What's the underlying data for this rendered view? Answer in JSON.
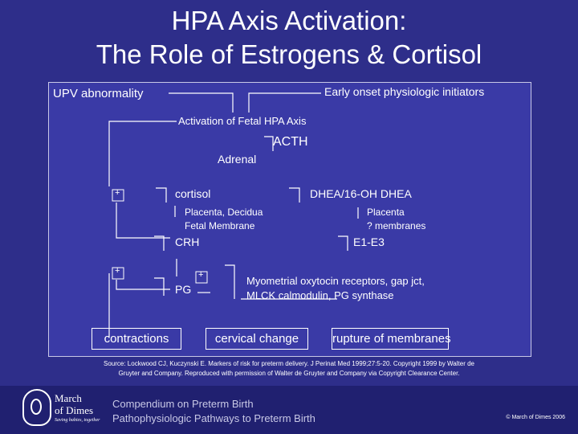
{
  "title": {
    "line1": "HPA Axis Activation:",
    "line2": "The Role of Estrogens & Cortisol"
  },
  "diagram": {
    "upv": "UPV abnormality",
    "early_onset": "Early onset physiologic initiators",
    "fetal_hpa": "Activation of Fetal HPA Axis",
    "acth": "ACTH",
    "adrenal": "Adrenal",
    "cortisol": "cortisol",
    "dhea": "DHEA/16-OH DHEA",
    "placenta_decidua": "Placenta, Decidua",
    "fetal_membrane": "Fetal Membrane",
    "placenta": "Placenta",
    "q_membranes": "? membranes",
    "crh": "CRH",
    "e1e3": "E1-E3",
    "pg": "PG",
    "myometrial_1": "Myometrial oxytocin receptors, gap jct,",
    "myometrial_2": "MLCK calmodulin, PG synthase",
    "contractions": "contractions",
    "cervical_change": "cervical change",
    "rupture": "rupture of membranes",
    "plus": "+"
  },
  "source": {
    "line1": "Source: Lockwood CJ, Kuczynski E. Markers of risk for preterm delivery. J Perinat Med 1999;27:5-20. Copyright 1999 by Walter de",
    "line2": "Gruyter and Company. Reproduced with permission of Walter de Gruyter and Company via Copyright Clearance Center."
  },
  "footer": {
    "logo_line1": "March",
    "logo_line2": "of Dimes",
    "logo_tagline": "Saving babies, together",
    "line1": "Compendium on Preterm Birth",
    "line2": "Pathophysiologic Pathways to Preterm Birth",
    "copyright": "© March of Dimes 2006"
  },
  "colors": {
    "background": "#2e2e8a",
    "panel": "#3a3aa6",
    "text": "#ffffff",
    "footer_text": "#c8c8e6"
  }
}
